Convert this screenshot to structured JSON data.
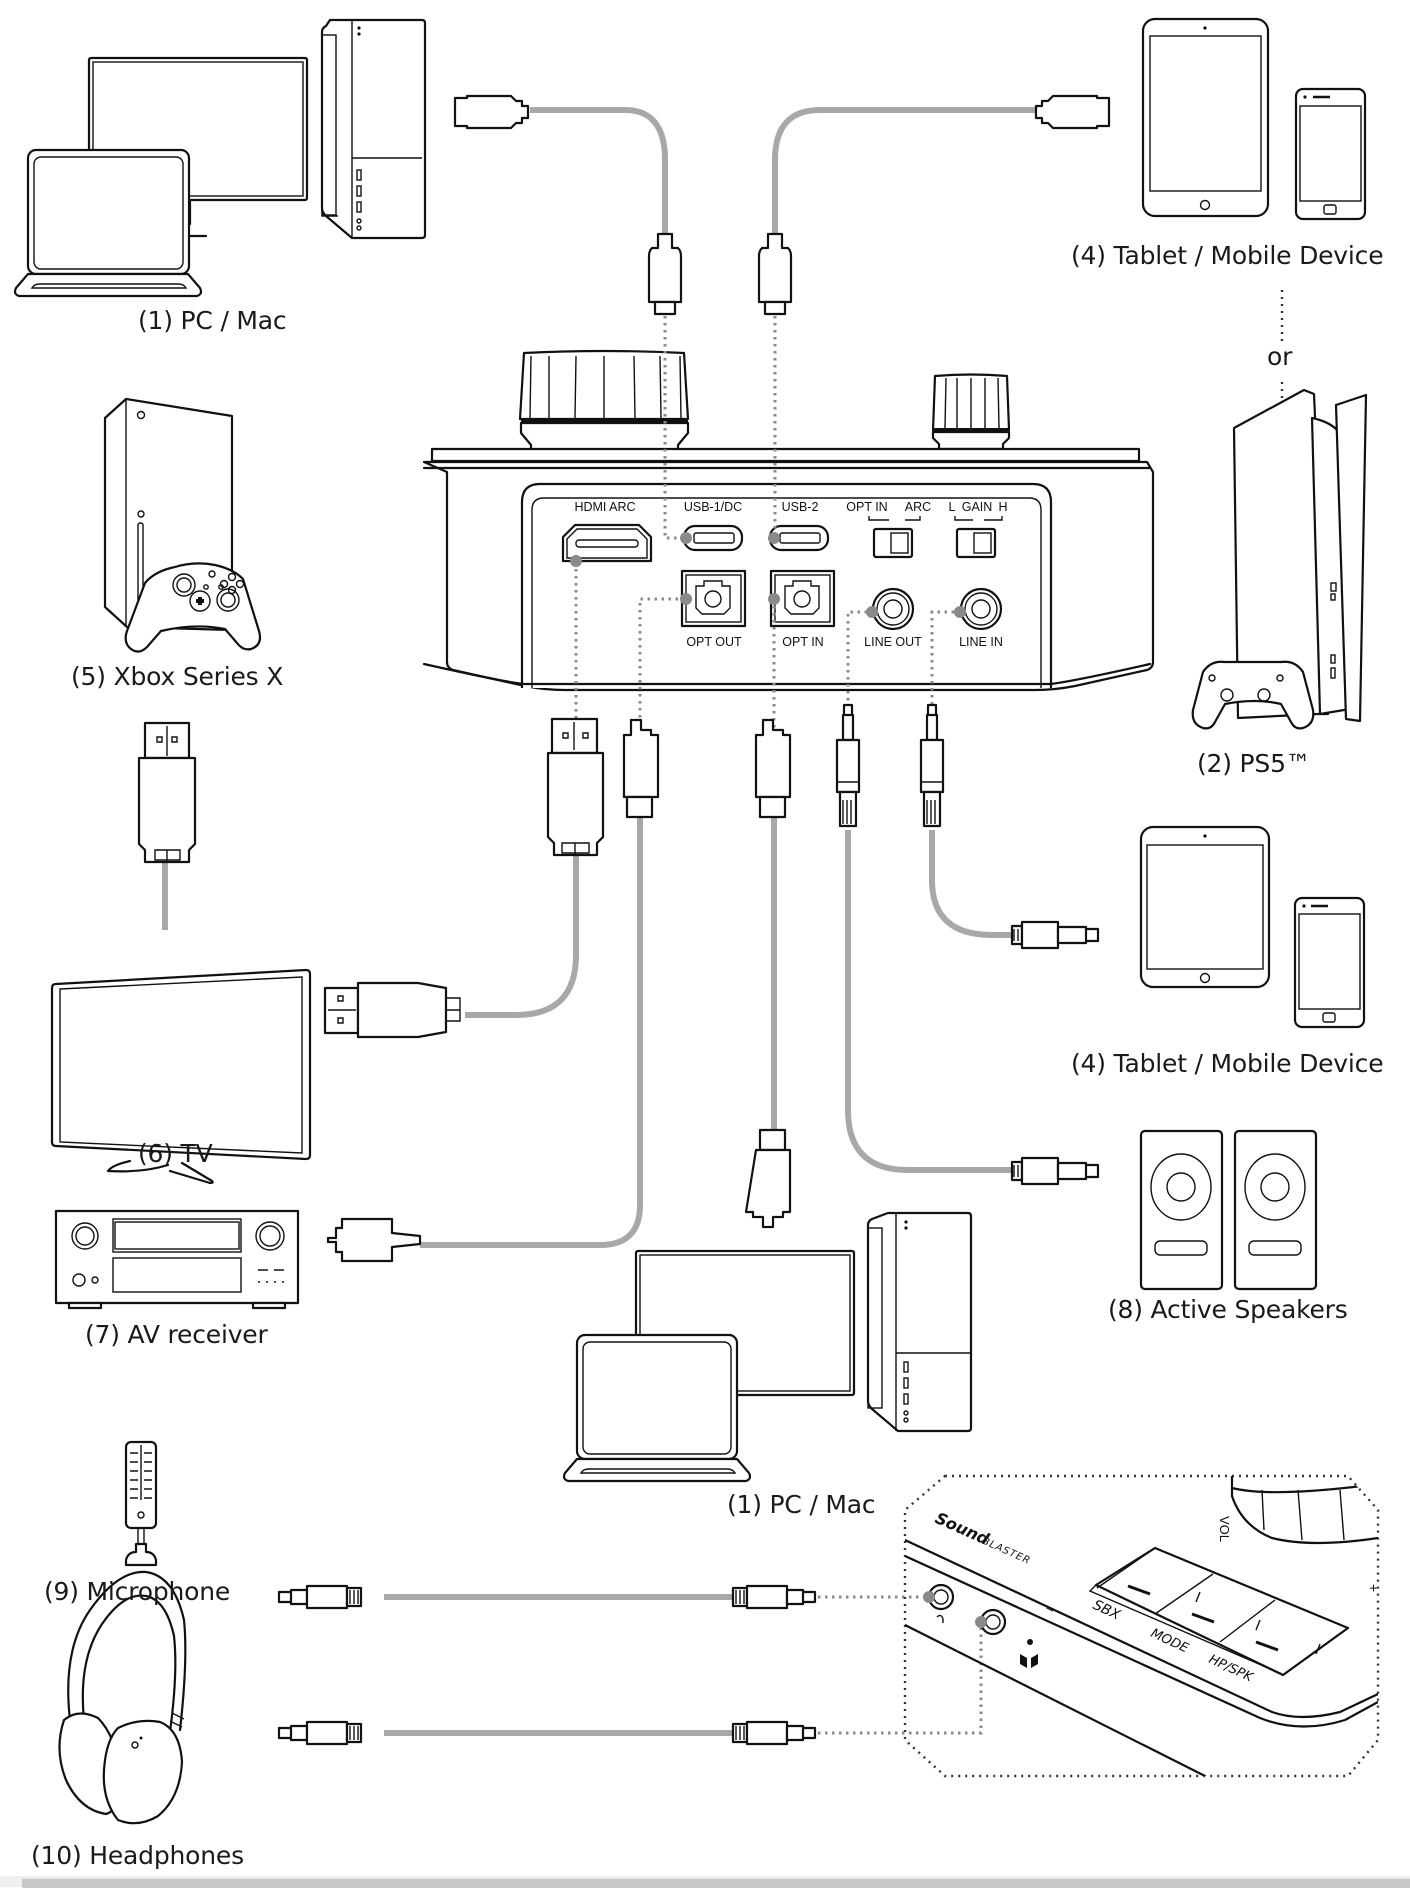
{
  "diagram": {
    "title": "Sound Blaster connection diagram",
    "devices": {
      "pc_mac_top": "(1) PC / Mac",
      "tablet_mobile_top": "(4) Tablet / Mobile Device",
      "or": "or",
      "xbox": "(5) Xbox Series X",
      "ps5": "(2) PS5™",
      "tablet_mobile_mid": "(4) Tablet / Mobile Device",
      "tv": "(6) TV",
      "av_receiver": "(7) AV receiver",
      "active_speakers": "(8) Active Speakers",
      "pc_mac_bottom": "(1) PC / Mac",
      "microphone": "(9) Microphone",
      "headphones": "(10) Headphones"
    },
    "rear_panel_ports": {
      "hdmi_arc": "HDMI ARC",
      "usb1_dc": "USB-1/DC",
      "usb2": "USB-2",
      "opt_in_arc_switch_left": "OPT IN",
      "opt_in_arc_switch_right": "ARC",
      "gain_switch_left": "L",
      "gain_switch_mid": "GAIN",
      "gain_switch_right": "H",
      "opt_out": "OPT OUT",
      "opt_in": "OPT IN",
      "line_out": "LINE OUT",
      "line_in": "LINE IN"
    },
    "front_panel": {
      "brand_bold": "Sound",
      "brand_light": "BLASTER",
      "button_sbx": "SBX",
      "button_mode": "MODE",
      "button_hp_spk": "HP/SPK",
      "volume_label": "VOL",
      "vol_minus": "–",
      "vol_plus": "+"
    },
    "colors": {
      "cable": "#a8a8a8",
      "connector_dot": "#8a8a8a",
      "line_art": "#111111"
    }
  },
  "scrollbar": {
    "orientation": "horizontal"
  }
}
